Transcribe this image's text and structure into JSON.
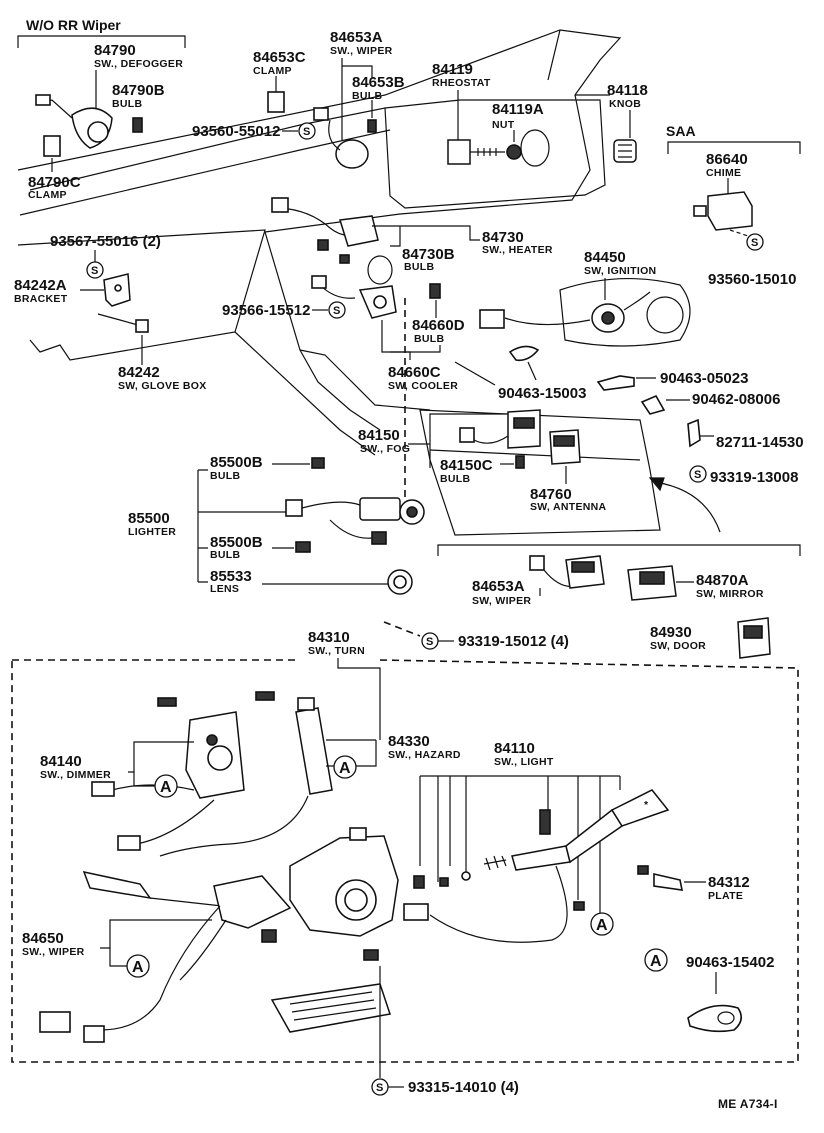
{
  "header": {
    "wo_rr_wiper": "W/O RR Wiper",
    "saa": "SAA",
    "footer_code": "ME A734-I"
  },
  "callout_letters": {
    "s": "S",
    "a": "A"
  },
  "parts": {
    "p84790": {
      "number": "84790",
      "name": "SW., DEFOGGER"
    },
    "p84790b": {
      "number": "84790B",
      "name": "BULB"
    },
    "p84790c": {
      "number": "84790C",
      "name": "CLAMP"
    },
    "p84653c": {
      "number": "84653C",
      "name": "CLAMP"
    },
    "p84653a1": {
      "number": "84653A",
      "name": "SW., WIPER"
    },
    "p84653b": {
      "number": "84653B",
      "name": "BULB"
    },
    "p84119": {
      "number": "84119",
      "name": "RHEOSTAT"
    },
    "p84119a": {
      "number": "84119A",
      "name": "NUT"
    },
    "p84118": {
      "number": "84118",
      "name": "KNOB"
    },
    "p86640": {
      "number": "86640",
      "name": "CHIME"
    },
    "p93560a": {
      "number": "93560-55012"
    },
    "p93560b": {
      "number": "93560-15010"
    },
    "p93567": {
      "number": "93567-55016 (2)"
    },
    "p84242a": {
      "number": "84242A",
      "name": "BRACKET"
    },
    "p84242": {
      "number": "84242",
      "name": "SW, GLOVE BOX"
    },
    "p84730": {
      "number": "84730",
      "name": "SW., HEATER"
    },
    "p84730b": {
      "number": "84730B",
      "name": "BULB"
    },
    "p84450": {
      "number": "84450",
      "name": "SW, IGNITION"
    },
    "p93566": {
      "number": "93566-15512"
    },
    "p84660d": {
      "number": "84660D",
      "name": "BULB"
    },
    "p84660c": {
      "number": "84660C",
      "name": "SW, COOLER"
    },
    "p90463a": {
      "number": "90463-15003"
    },
    "p90463b": {
      "number": "90463-05023"
    },
    "p90462": {
      "number": "90462-08006"
    },
    "p82711": {
      "number": "82711-14530"
    },
    "p93319a": {
      "number": "93319-13008"
    },
    "p84150": {
      "number": "84150",
      "name": "SW., FOG"
    },
    "p84150c": {
      "number": "84150C",
      "name": "BULB"
    },
    "p84760": {
      "number": "84760",
      "name": "SW, ANTENNA"
    },
    "p85500b1": {
      "number": "85500B",
      "name": "BULB"
    },
    "p85500": {
      "number": "85500",
      "name": "LIGHTER"
    },
    "p85500b2": {
      "number": "85500B",
      "name": "BULB"
    },
    "p85533": {
      "number": "85533",
      "name": "LENS"
    },
    "p84653a2": {
      "number": "84653A",
      "name": "SW, WIPER"
    },
    "p84870a": {
      "number": "84870A",
      "name": "SW, MIRROR"
    },
    "p84930": {
      "number": "84930",
      "name": "SW, DOOR"
    },
    "p84310": {
      "number": "84310",
      "name": "SW., TURN"
    },
    "p93319b": {
      "number": "93319-15012 (4)"
    },
    "p84140": {
      "number": "84140",
      "name": "SW., DIMMER"
    },
    "p84330": {
      "number": "84330",
      "name": "SW., HAZARD"
    },
    "p84110": {
      "number": "84110",
      "name": "SW., LIGHT"
    },
    "p84312": {
      "number": "84312",
      "name": "PLATE"
    },
    "p84650": {
      "number": "84650",
      "name": "SW., WIPER"
    },
    "p90463c": {
      "number": "90463-15402"
    },
    "p93315": {
      "number": "93315-14010 (4)"
    }
  }
}
